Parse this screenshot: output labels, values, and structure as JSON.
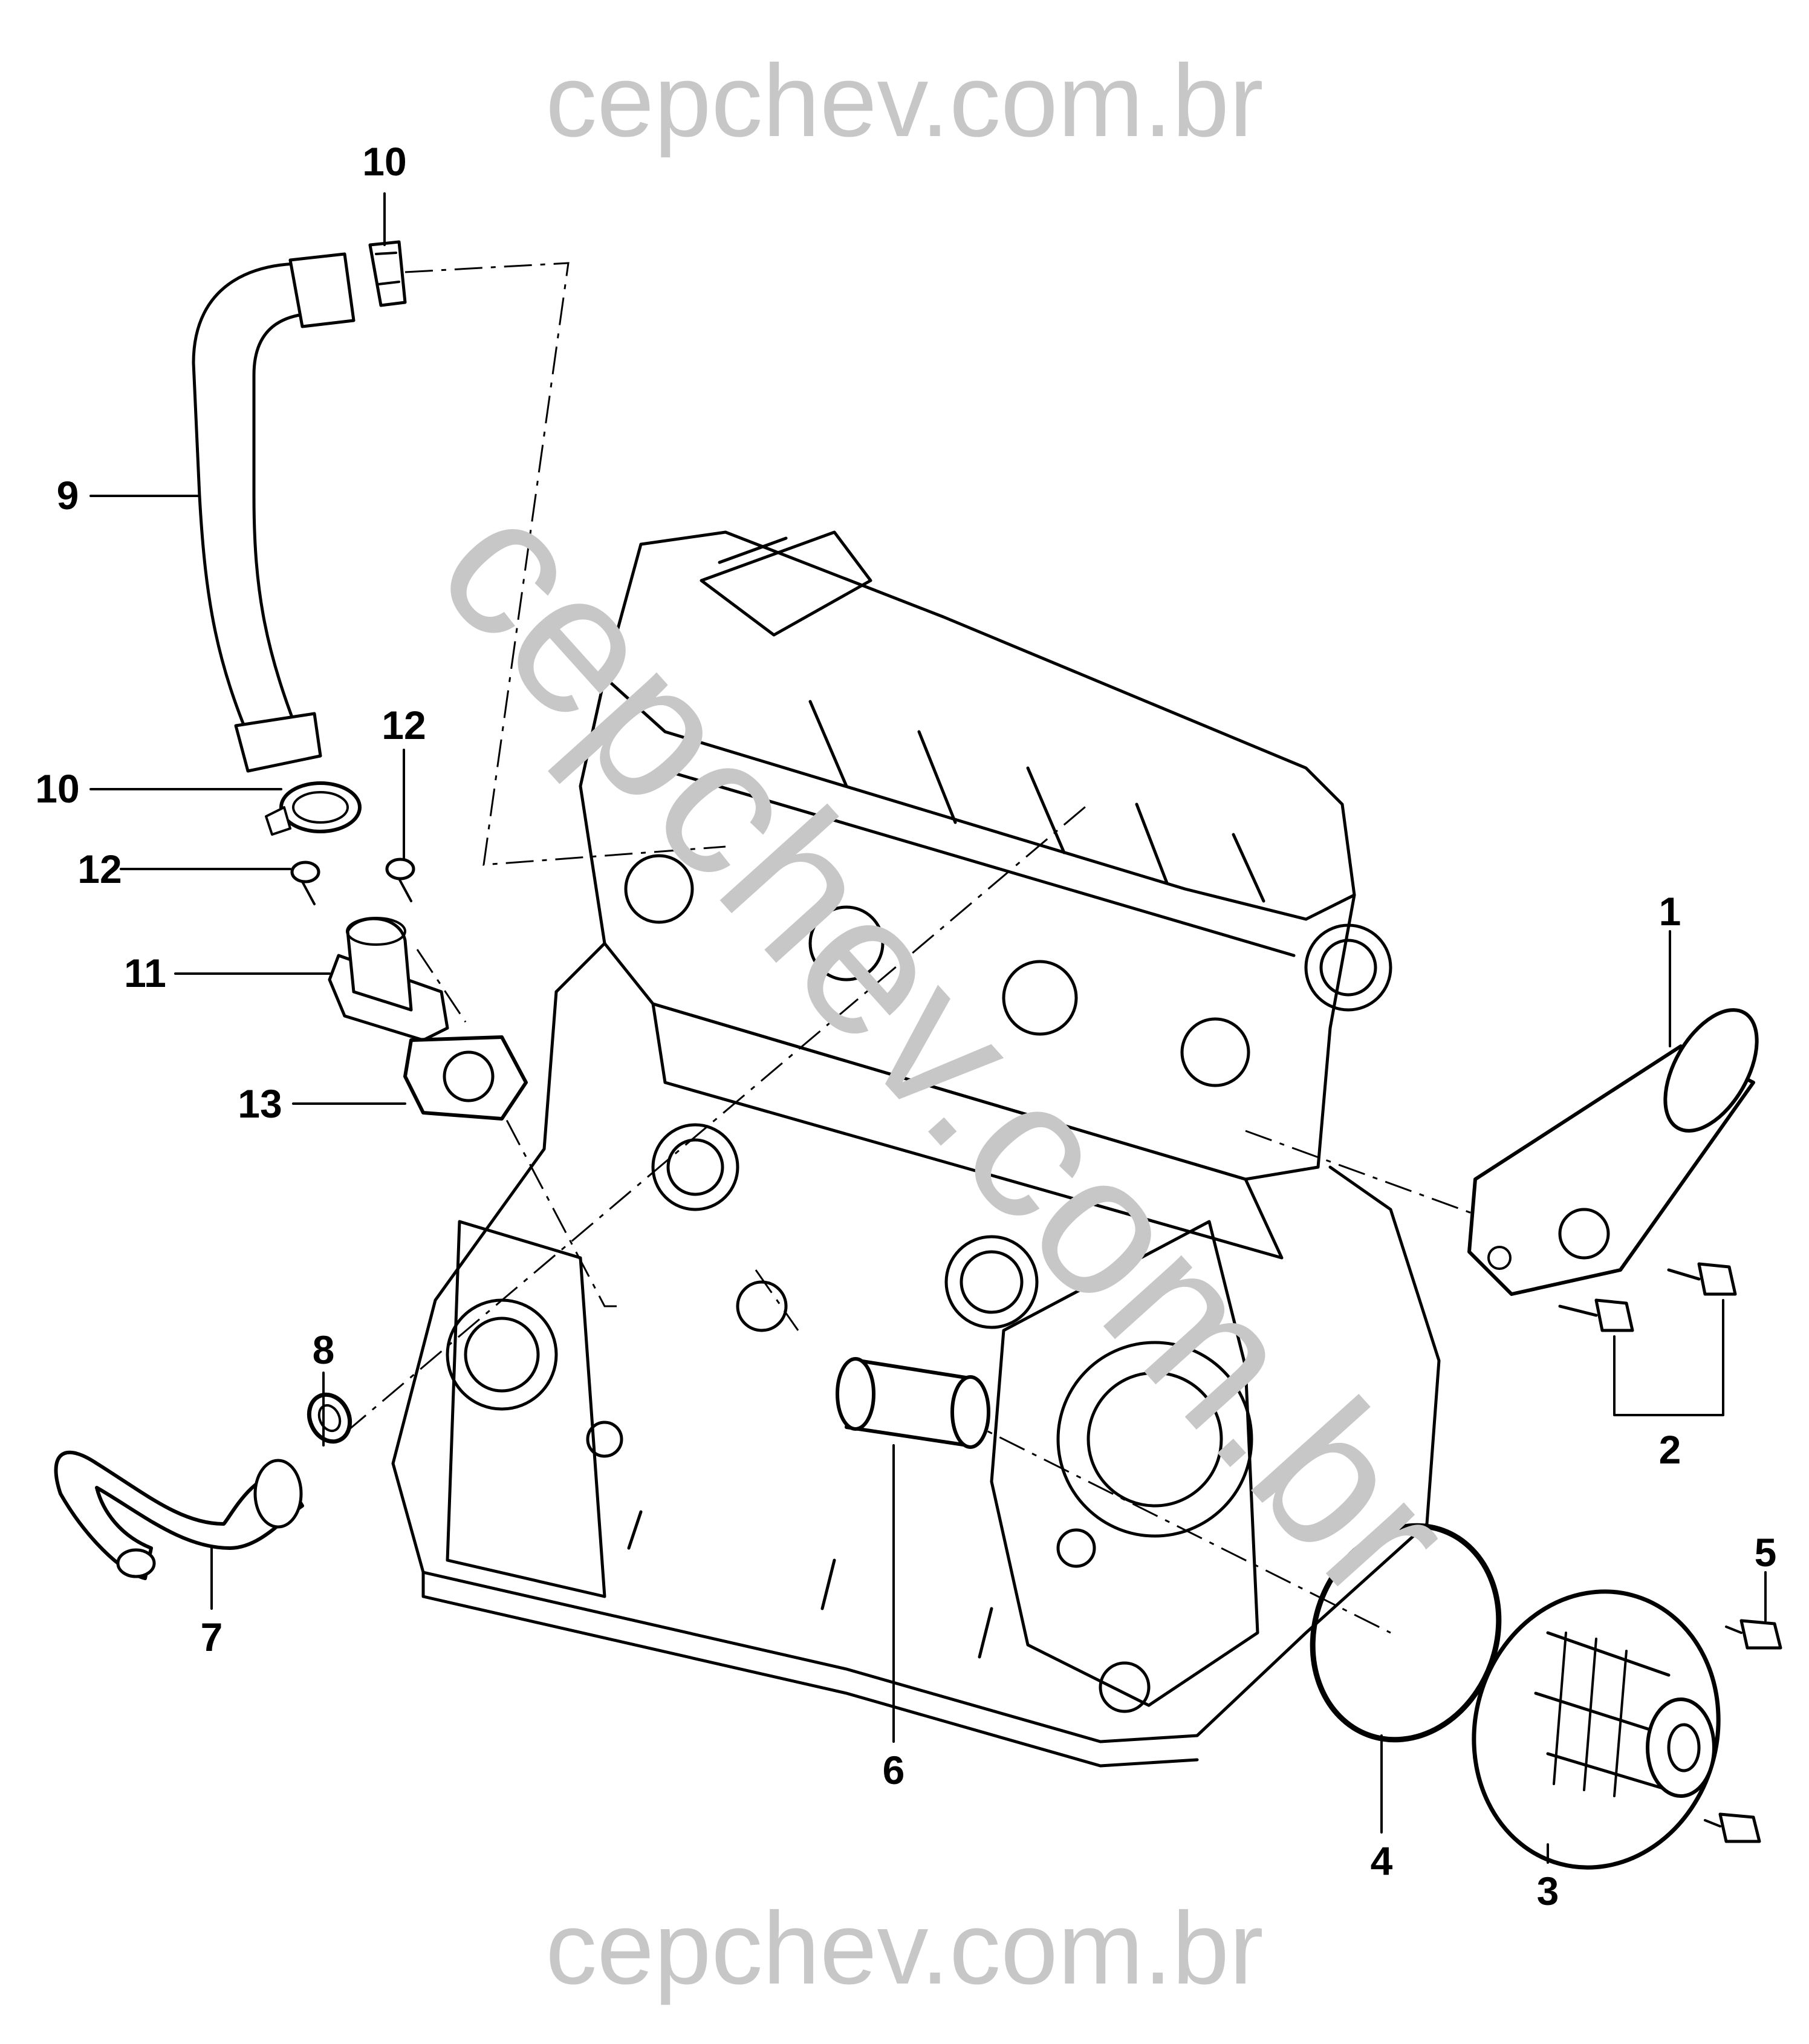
{
  "watermark": {
    "top_text": "cepchev.com.br",
    "bottom_text": "cepchev.com.br",
    "diagonal_text": "cepchev.com.br",
    "color": "#c7c7c7"
  },
  "callouts": [
    {
      "id": "c1",
      "label": "1"
    },
    {
      "id": "c2",
      "label": "2"
    },
    {
      "id": "c3",
      "label": "3"
    },
    {
      "id": "c4",
      "label": "4"
    },
    {
      "id": "c5",
      "label": "5"
    },
    {
      "id": "c6",
      "label": "6"
    },
    {
      "id": "c7",
      "label": "7"
    },
    {
      "id": "c8",
      "label": "8"
    },
    {
      "id": "c9",
      "label": "9"
    },
    {
      "id": "c10a",
      "label": "10"
    },
    {
      "id": "c10b",
      "label": "10"
    },
    {
      "id": "c11",
      "label": "11"
    },
    {
      "id": "c12a",
      "label": "12"
    },
    {
      "id": "c12b",
      "label": "12"
    },
    {
      "id": "c13",
      "label": "13"
    }
  ]
}
